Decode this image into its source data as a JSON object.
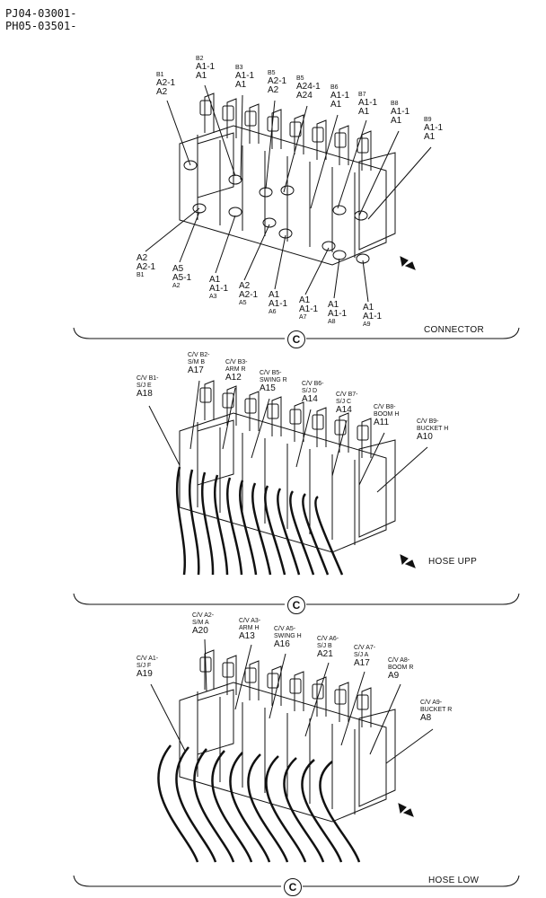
{
  "header": {
    "line1": "PJ04-03001-",
    "line2": "PH05-03501-"
  },
  "panels": [
    {
      "title": "CONNECTOR",
      "section_mark": "C",
      "top_labels": [
        {
          "a": "B1",
          "b": "A2-1",
          "c": "A2"
        },
        {
          "a": "B2",
          "b": "A1-1",
          "c": "A1"
        },
        {
          "a": "B3",
          "b": "A1-1",
          "c": "A1"
        },
        {
          "a": "B5",
          "b": "A2-1",
          "c": "A2"
        },
        {
          "a": "B5",
          "b": "A24-1",
          "c": "A24"
        },
        {
          "a": "B6",
          "b": "A1-1",
          "c": "A1"
        },
        {
          "a": "B7",
          "b": "A1-1",
          "c": "A1"
        },
        {
          "a": "B8",
          "b": "A1-1",
          "c": "A1"
        },
        {
          "a": "B9",
          "b": "A1-1",
          "c": "A1"
        }
      ],
      "bottom_labels": [
        {
          "a": "A2",
          "b": "A2-1",
          "c": "B1"
        },
        {
          "a": "A5",
          "b": "A5-1",
          "c": "A2"
        },
        {
          "a": "A1",
          "b": "A1-1",
          "c": "A3"
        },
        {
          "a": "A2",
          "b": "A2-1",
          "c": "A5"
        },
        {
          "a": "A1",
          "b": "A1-1",
          "c": "A6"
        },
        {
          "a": "A1",
          "b": "A1-1",
          "c": "A7"
        },
        {
          "a": "A1",
          "b": "A1-1",
          "c": "A8"
        },
        {
          "a": "A1",
          "b": "A1-1",
          "c": "A9"
        }
      ]
    },
    {
      "title": "HOSE UPP",
      "section_mark": "C",
      "labels": [
        {
          "a": "C/V B1-",
          "b": "S/J E",
          "c": "A18"
        },
        {
          "a": "C/V B2-",
          "b": "S/M B",
          "c": "A17"
        },
        {
          "a": "C/V B3-",
          "b": "ARM R",
          "c": "A12"
        },
        {
          "a": "C/V B5-",
          "b": "SWING R",
          "c": "A15"
        },
        {
          "a": "C/V B6-",
          "b": "S/J D",
          "c": "A14"
        },
        {
          "a": "C/V B7-",
          "b": "S/J C",
          "c": "A14"
        },
        {
          "a": "C/V B8-",
          "b": "BOOM H",
          "c": "A11"
        },
        {
          "a": "C/V B9-",
          "b": "BUCKET H",
          "c": "A10"
        }
      ]
    },
    {
      "title": "HOSE LOW",
      "section_mark": "C",
      "labels": [
        {
          "a": "C/V A1-",
          "b": "S/J F",
          "c": "A19"
        },
        {
          "a": "C/V A2-",
          "b": "S/M A",
          "c": "A20"
        },
        {
          "a": "C/V A3-",
          "b": "ARM H",
          "c": "A13"
        },
        {
          "a": "C/V A5-",
          "b": "SWING H",
          "c": "A16"
        },
        {
          "a": "C/V A6-",
          "b": "S/J B",
          "c": "A21"
        },
        {
          "a": "C/V A7-",
          "b": "S/J A",
          "c": "A17"
        },
        {
          "a": "C/V A8-",
          "b": "BOOM R",
          "c": "A9"
        },
        {
          "a": "C/V A9-",
          "b": "BUCKET R",
          "c": "A8"
        }
      ]
    }
  ]
}
